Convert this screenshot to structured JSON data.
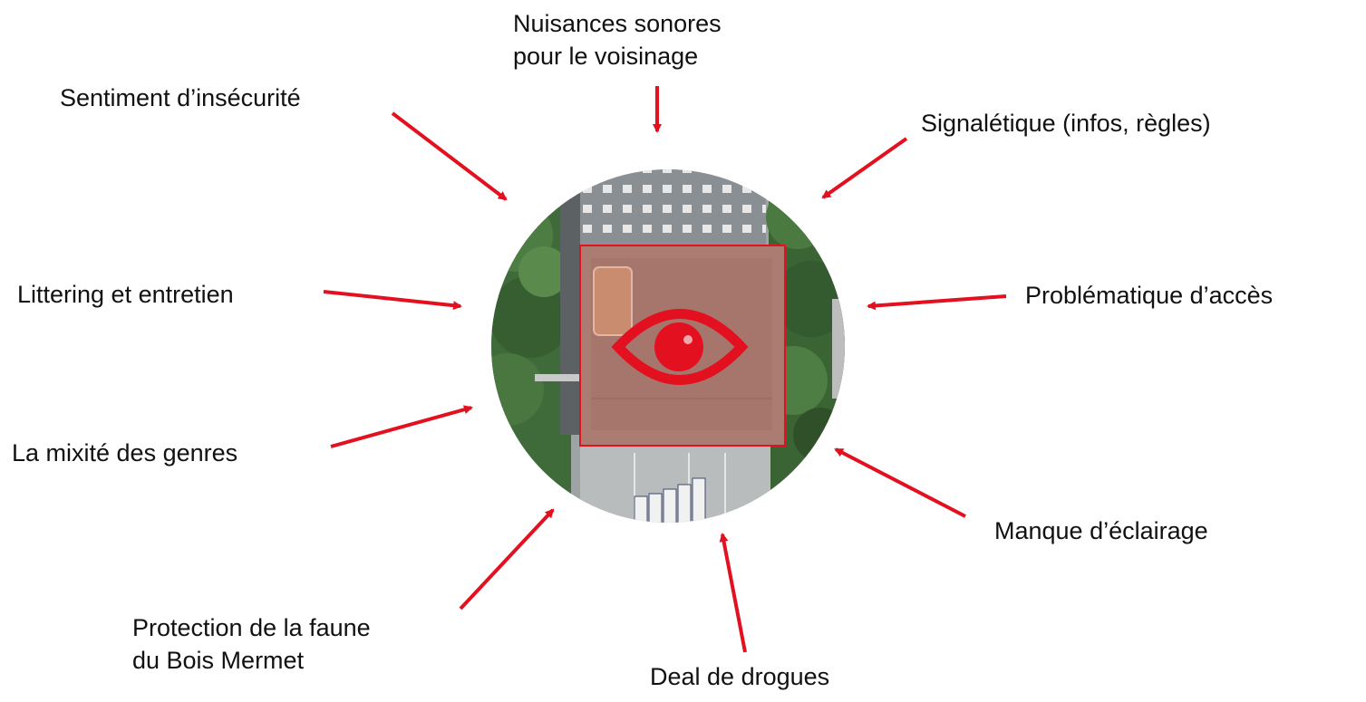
{
  "accent_color": "#e3101f",
  "center": {
    "icon": "eye-icon"
  },
  "labels": {
    "nuisances": [
      "Nuisances sonores",
      "pour le voisinage"
    ],
    "insecurite": "Sentiment d’insécurité",
    "signaletique": "Signalétique (infos, règles)",
    "littering": "Littering et entretien",
    "acces": "Problématique d’accès",
    "mixite": "La mixité des genres",
    "eclairage": "Manque d’éclairage",
    "faune": [
      "Protection de la faune",
      "du Bois Mermet"
    ],
    "deal": "Deal de drogues"
  }
}
